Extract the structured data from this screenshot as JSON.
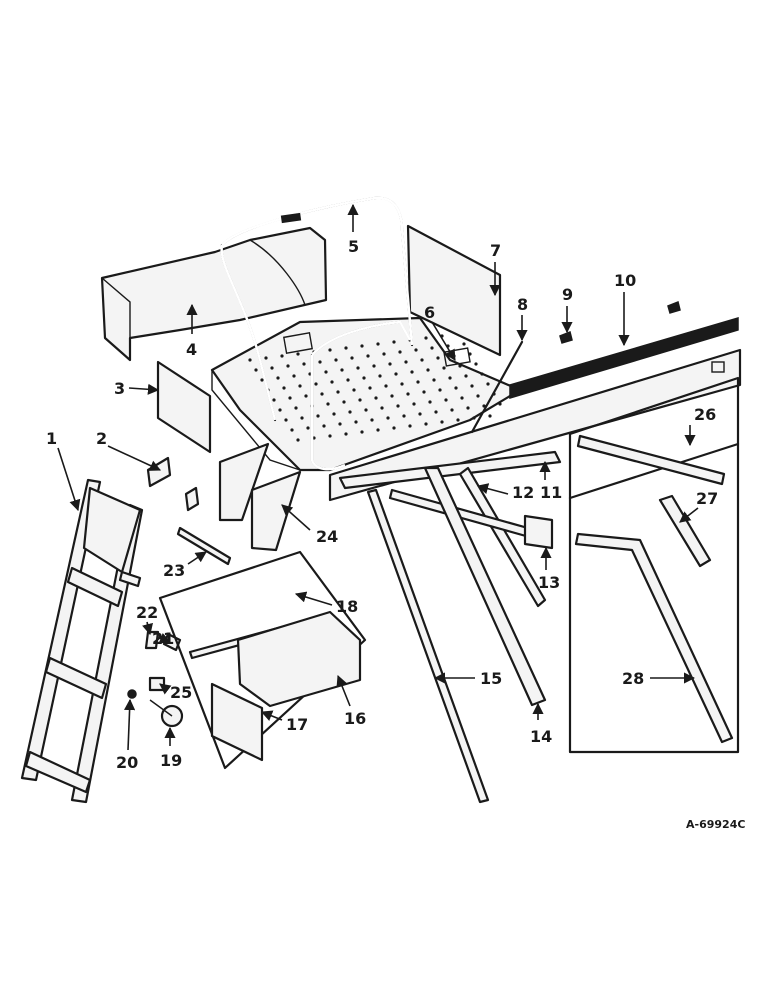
{
  "callouts": {
    "c1": "1",
    "c2": "2",
    "c3": "3",
    "c4": "4",
    "c5": "5",
    "c6": "6",
    "c7": "7",
    "c8": "8",
    "c9": "9",
    "c10": "10",
    "c11": "11",
    "c12": "12",
    "c13": "13",
    "c14": "14",
    "c15": "15",
    "c16": "16",
    "c17": "17",
    "c18": "18",
    "c19": "19",
    "c20": "20",
    "c21": "21",
    "c22": "22",
    "c23": "23",
    "c24": "24",
    "c25": "25",
    "c26": "26",
    "c27": "27",
    "c28": "28"
  },
  "drawing_number": "A-69924C"
}
